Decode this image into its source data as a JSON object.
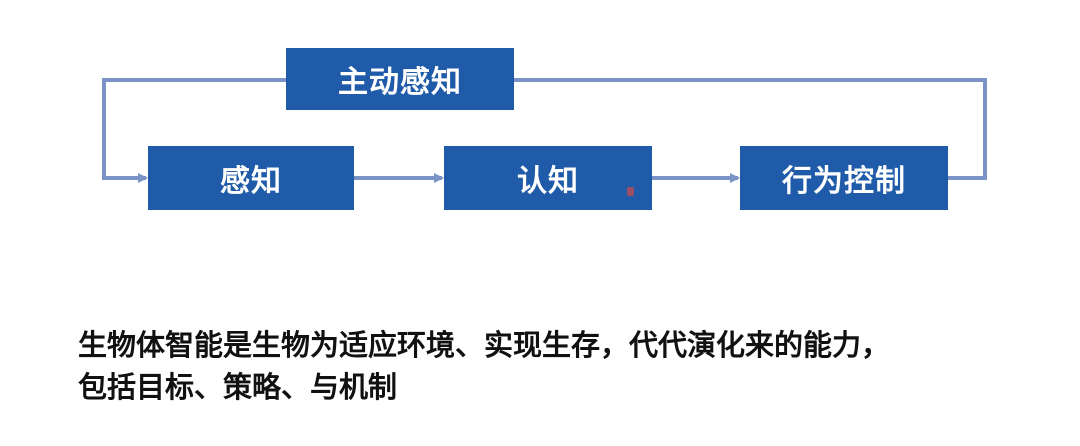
{
  "diagram": {
    "nodes": {
      "top": "主动感知",
      "perception": "感知",
      "cognition": "认知",
      "action": "行为控制"
    },
    "colors": {
      "node_fill": "#1f5ba8",
      "arrow": "#7b93c6"
    }
  },
  "caption": {
    "line1": "生物体智能是生物为适应环境、实现生存，代代演化来的能力，",
    "line2": "包括目标、策略、与机制"
  }
}
